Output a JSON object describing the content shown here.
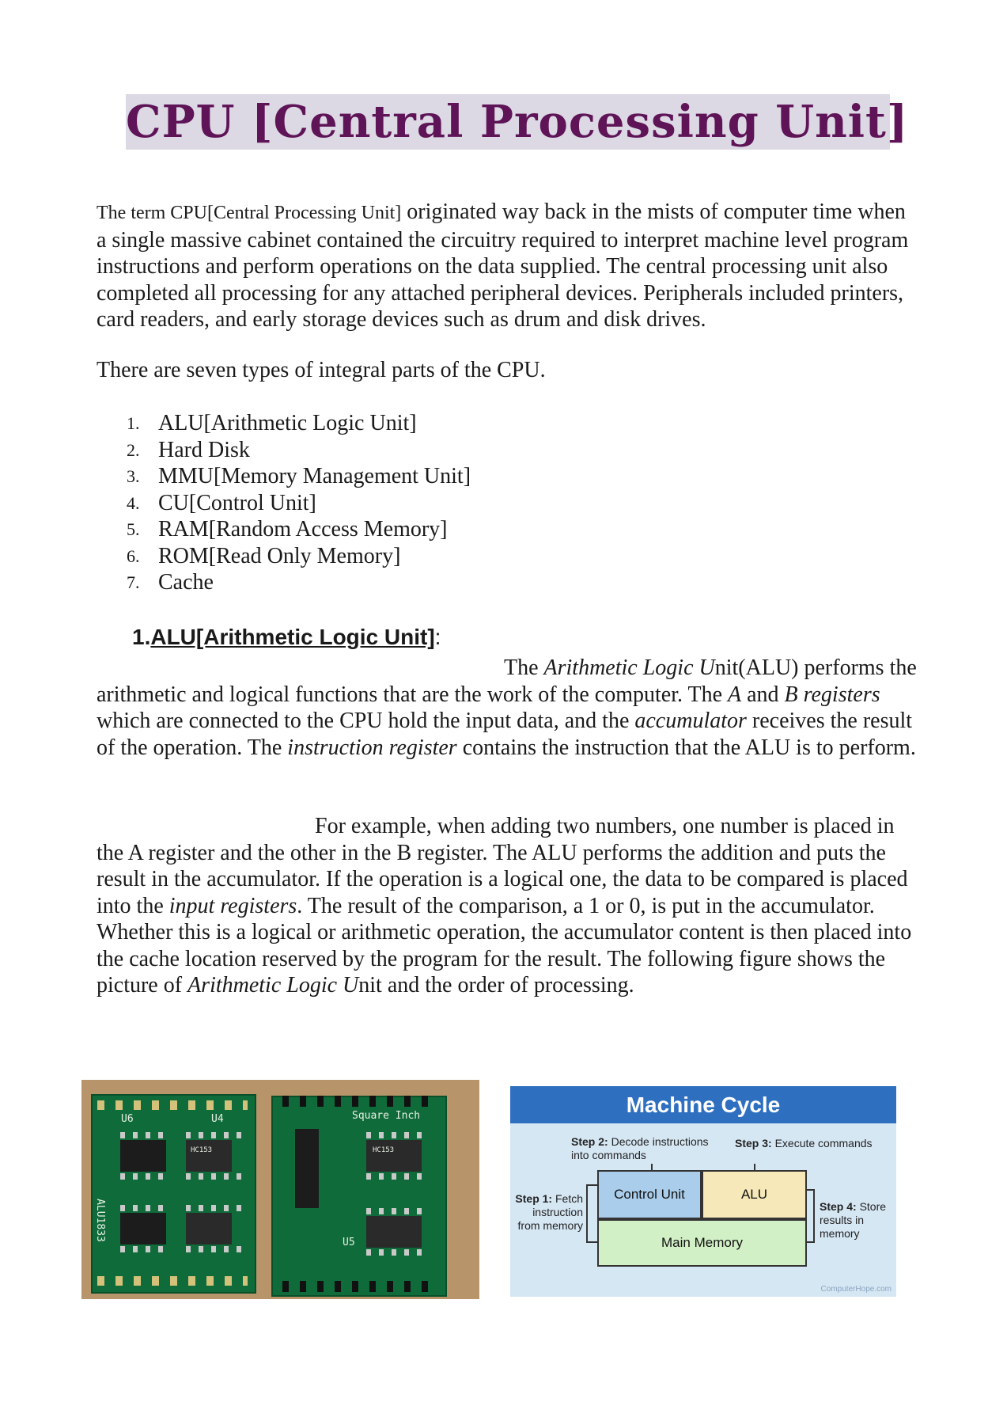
{
  "title": "CPU  [Central Processing Unit]",
  "intro": {
    "lead": "The term CPU[Central Processing Unit]",
    "text": " originated way back in the mists of computer time when a single massive cabinet contained the circuitry required to interpret machine level program instructions and perform operations on the data supplied. The central processing unit also completed all processing for any attached peripheral devices. Peripherals included printers, card readers, and early storage devices such as drum and disk drives."
  },
  "types_sentence": "There are seven types of integral parts of the CPU.",
  "parts": [
    {
      "num": "1.",
      "label": "ALU[Arithmetic Logic Unit]"
    },
    {
      "num": "2.",
      "label": "Hard Disk"
    },
    {
      "num": "3.",
      "label": "MMU[Memory Management Unit]"
    },
    {
      "num": "4.",
      "label": "CU[Control Unit]"
    },
    {
      "num": "5.",
      "label": "RAM[Random Access Memory]"
    },
    {
      "num": "6.",
      "label": "ROM[Read Only Memory]"
    },
    {
      "num": "7.",
      "label": "Cache"
    }
  ],
  "section1": {
    "number": "1.",
    "heading": "ALU[Arithmetic Logic Unit]",
    "colon": ":",
    "p1": {
      "t1": "The ",
      "i1": "Arithmetic Logic U",
      "t2": "nit(ALU) performs the arithmetic and logical functions that are the work of the computer. The ",
      "i2": "A",
      "t3": " and ",
      "i3": "B registers",
      "t4": " which are connected to the CPU hold the input data, and the ",
      "i4": "accumulator",
      "t5": " receives the result of the operation. The ",
      "i5": "instruction register",
      "t6": " contains the instruction that the ALU is to perform."
    },
    "p2": {
      "t1": "For example, when adding two numbers, one number is placed in the A register and the other in the B register. The ALU performs the addition and puts the result in the accumulator. If the operation is a logical one, the data to be compared is placed into the ",
      "i1": "input registers",
      "t2": ". The result of the comparison, a 1 or 0, is put in the accumulator. Whether this is a logical or arithmetic operation, the accumulator content is then placed into the cache location reserved by the program for the result.  The following figure shows the picture of ",
      "i2": "Arithmetic Logic U",
      "t3": "nit and the order of processing."
    }
  },
  "photo": {
    "labels": {
      "u6": "U6",
      "u4": "U4",
      "alu": "ALU1833",
      "sq": "Square Inch",
      "u5": "U5",
      "chip": "HC153"
    }
  },
  "diagram": {
    "title": "Machine Cycle",
    "control_unit": "Control Unit",
    "alu": "ALU",
    "main_memory": "Main Memory",
    "step1": {
      "label": "Step 1:",
      "text": "Fetch instruction from memory"
    },
    "step2": {
      "label": "Step 2:",
      "text": "Decode instructions into commands"
    },
    "step3": {
      "label": "Step 3:",
      "text": "Execute commands"
    },
    "step4": {
      "label": "Step 4:",
      "text": "Store results in memory"
    },
    "credit": "ComputerHope.com"
  }
}
